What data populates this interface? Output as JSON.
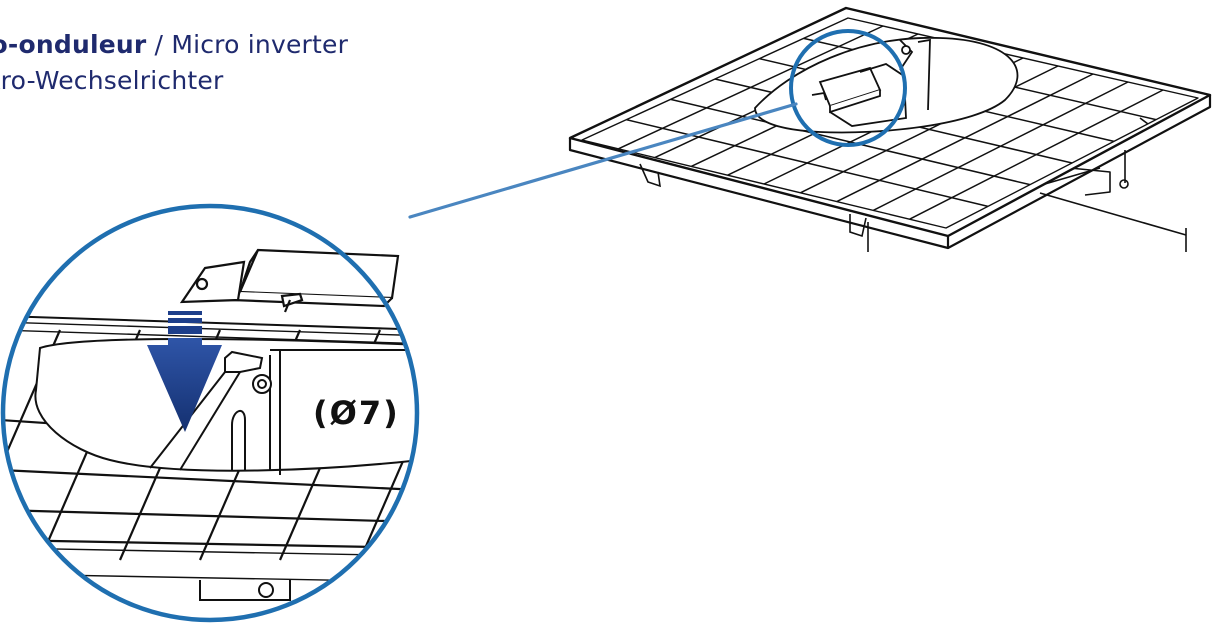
{
  "title": {
    "part1_bold": "ro-onduleur",
    "part1_rest": " / Micro inverter",
    "part2": "kro-Wechselrichter"
  },
  "detail": {
    "hole_label": "(Ø7)"
  },
  "colors": {
    "callout_circle": "#1f6fb0",
    "leader_line": "#4a86c0",
    "arrow": "#1d3e8a",
    "title_text": "#1f2a6e"
  },
  "icons": [
    "down-arrow-icon",
    "micro-inverter-icon",
    "solar-panel-icon"
  ]
}
